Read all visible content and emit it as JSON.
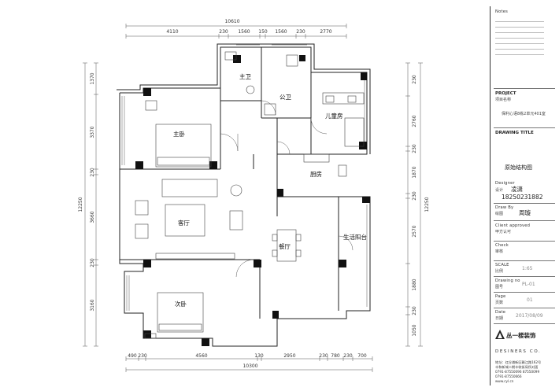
{
  "dimensions": {
    "top_total": "10610",
    "top_segments": [
      "4110",
      "230",
      "1560",
      "150",
      "1560",
      "230",
      "2770"
    ],
    "bottom_total": "10300",
    "bottom_segments": [
      "490",
      "230",
      "4560",
      "130",
      "2950",
      "230",
      "780",
      "230",
      "700"
    ],
    "left_total": "12250",
    "left_segments": [
      "1370",
      "3370",
      "230",
      "3660",
      "230",
      "3160"
    ],
    "right_total": "12250",
    "right_segments": [
      "230",
      "2760",
      "230",
      "1870",
      "230",
      "2570",
      "1880",
      "230",
      "1050"
    ]
  },
  "rooms": {
    "master_bath": "主卫",
    "public_bath": "公卫",
    "kids_room": "儿童房",
    "master_bedroom": "主卧",
    "kitchen": "厨房",
    "living_room": "客厅",
    "dining_room": "餐厅",
    "living_balcony": "生活阳台",
    "second_bedroom": "次卧"
  },
  "panel": {
    "notes_label": "Notes",
    "project_label": "PROJECT",
    "project_cn": "项目名称",
    "project_name": "保利心语8栋2单元401室",
    "drawing_title_label": "DRAWING TITLE",
    "drawing_title": "原始结构图",
    "designer_label": "Designer",
    "designer_cn": "设计",
    "designer_name": "凌潇",
    "designer_phone": "18250231882",
    "drawn_by_label": "Draw By",
    "drawn_by_cn": "绘图",
    "drawn_by_name": "周璇",
    "client_label": "Client approved",
    "client_cn": "甲方认可",
    "check_label": "Check",
    "check_cn": "审核",
    "scale_label": "SCALE",
    "scale_cn": "比例",
    "scale_value": "1:65",
    "drawing_no_label": "Drawing no",
    "drawing_no_cn": "图号",
    "drawing_no_value": "PL-01",
    "page_label": "Page",
    "page_cn": "页数",
    "page_value": "01",
    "date_label": "Date",
    "date_cn": "日期",
    "date_value": "2017/08/09",
    "company_cn": "丛一楼装饰",
    "company_en": "DESINERS CO.",
    "address_line1": "地址：红谷滩新区赣江路162号",
    "address_line2": "丰和新城二期丰收街局所对面",
    "phone_line1": "0791-87550096 87550099",
    "phone_line2": "0791-87550666",
    "website": "www.cyl.cn"
  }
}
